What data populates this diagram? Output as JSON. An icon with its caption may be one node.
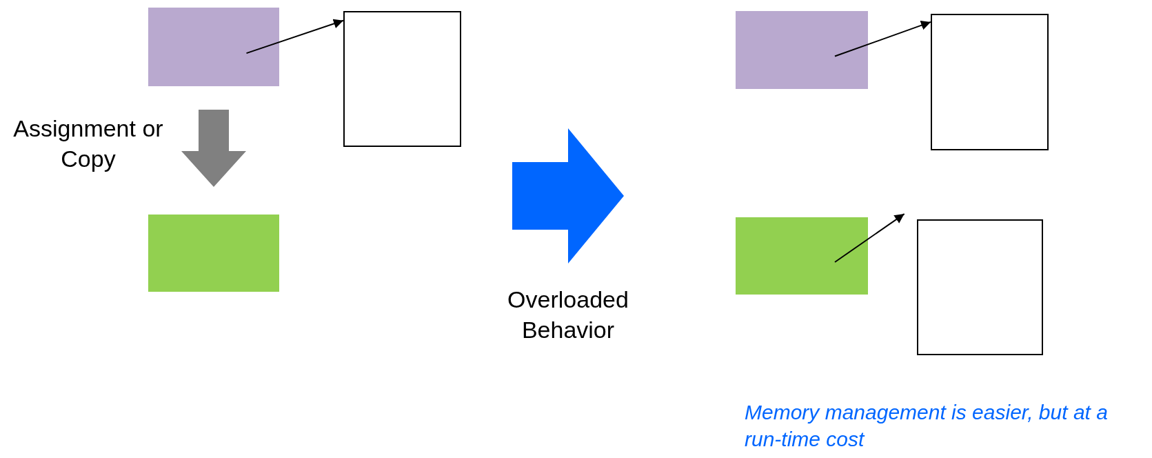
{
  "diagram": {
    "nodes": [
      {
        "text": [],
        "shape": "box"
      },
      {
        "text": [],
        "shape": "box"
      },
      {
        "text": [],
        "shape": "box"
      },
      {
        "text": [],
        "shape": "box"
      },
      {
        "text": [],
        "shape": "box"
      },
      {
        "text": [],
        "shape": "box"
      },
      {
        "text": [],
        "shape": "box"
      },
      {
        "text": [],
        "shape": "arrow",
        "beside": [
          "Overloaded Behavior"
        ]
      }
    ],
    "edges": [
      {
        "from": 0,
        "to": 1,
        "arrow": "to"
      },
      {
        "from": 0,
        "to": 2,
        "arrow": "to",
        "label": "Assignment or Copy",
        "style": "thick",
        "color": "#808080"
      },
      {
        "from": 3,
        "to": 4,
        "arrow": "to"
      },
      {
        "from": 5,
        "to": 6,
        "arrow": "to"
      }
    ],
    "labels": [
      "Memory management is easier, but at a run-time cost"
    ]
  }
}
